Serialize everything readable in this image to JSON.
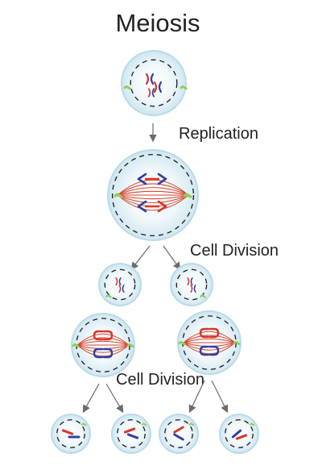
{
  "diagram": {
    "title": "Meiosis",
    "labels": {
      "replication": "Replication",
      "cell_division_1": "Cell Division",
      "cell_division_2": "Cell Division"
    },
    "colors": {
      "cell_fill": "#e4f2f8",
      "cell_outer_stroke": "#b9dbea",
      "nuclear_envelope": "#1b1b1b",
      "spindle_fiber": "#d9462c",
      "chromosome_red": "#d9352a",
      "chromosome_blue": "#2f3fa6",
      "centrosome": "#8fcf5a",
      "arrow": "#6b6b6b",
      "text": "#222222"
    },
    "stages": [
      {
        "stage": "parent cell"
      },
      {
        "stage": "replicated cell"
      },
      {
        "stage": "first division products",
        "count": 2
      },
      {
        "stage": "dividing daughter cells",
        "count": 2
      },
      {
        "stage": "final cells",
        "count": 4
      }
    ]
  }
}
